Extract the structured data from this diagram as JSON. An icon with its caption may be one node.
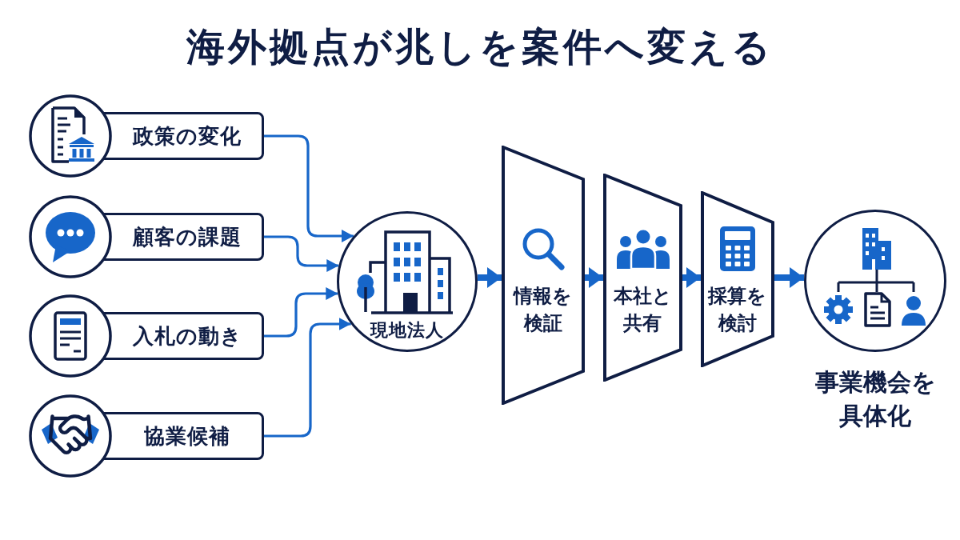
{
  "diagram": {
    "title": "海外拠点が兆しを案件へ変える",
    "nodes": [
      {
        "text": [
          "政策の変化"
        ]
      },
      {
        "text": [
          "顧客の課題"
        ]
      },
      {
        "text": [
          "入札の動き"
        ]
      },
      {
        "text": [
          "協業候補"
        ]
      },
      {
        "text": [
          "現地法人"
        ]
      },
      {
        "text": [
          "情報を検証"
        ]
      },
      {
        "text": [
          "本社と共有"
        ]
      },
      {
        "text": [
          "採算を検討"
        ]
      },
      {
        "text": [
          "事業機会を具体化"
        ]
      }
    ],
    "edges": [
      {
        "from": 0,
        "to": 4,
        "arrow": "to"
      },
      {
        "from": 1,
        "to": 4,
        "arrow": "to"
      },
      {
        "from": 2,
        "to": 4,
        "arrow": "to"
      },
      {
        "from": 3,
        "to": 4,
        "arrow": "to"
      },
      {
        "from": 4,
        "to": 5,
        "arrow": "to",
        "style": "thick"
      },
      {
        "from": 5,
        "to": 6,
        "arrow": "to",
        "style": "thick"
      },
      {
        "from": 6,
        "to": 7,
        "arrow": "to",
        "style": "thick"
      },
      {
        "from": 7,
        "to": 8,
        "arrow": "to",
        "style": "thick"
      }
    ]
  }
}
